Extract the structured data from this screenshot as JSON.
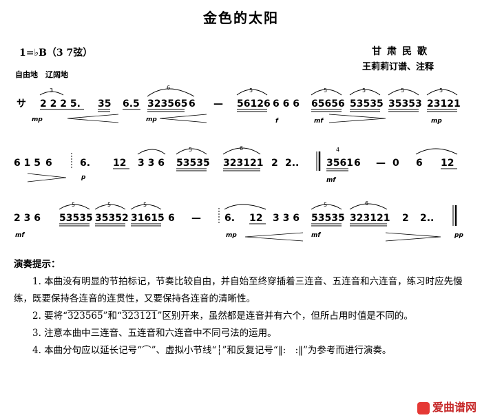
{
  "title": "金色的太阳",
  "key": "1=♭B（3  7弦）",
  "attribution_1": "甘肃民歌",
  "attribution_2": "王莉莉订谱、注释",
  "tempo": "自由地　辽阔地",
  "score": {
    "row1": [
      "サ",
      "2 2 2 5.",
      "35",
      "6.5",
      "323565",
      "6",
      "—",
      "56126",
      "6 6 6",
      "65656",
      "53535",
      "35353",
      "23121"
    ],
    "row2": [
      "6 1 5",
      "6",
      "6.",
      "12",
      "3 3 6",
      "53535",
      "323121",
      "2",
      "2..",
      "3561",
      "6",
      "—",
      "0",
      "6",
      "12"
    ],
    "row3": [
      "2 3 6",
      "53535",
      "35352",
      "31615",
      "6",
      "—",
      "6.",
      "12",
      "3 3 6",
      "53535",
      "323121",
      "2",
      "2.."
    ],
    "dynamics": [
      "mp",
      "mp",
      "f",
      "mf",
      "mp",
      "p",
      "mf",
      "mf",
      "mp",
      "mf",
      "pp"
    ]
  },
  "notes": {
    "heading": "演奏提示：",
    "p1": "1. 本曲没有明显的节拍标记，节奏比较自由，并自始至终穿插着三连音、五连音和六连音，练习时应先慢练，既要保持各连音的连贯性，又要保持各连音的清晰性。",
    "p2a": "2. 要将“",
    "p2_seq1": "323565",
    "p2b": "”和“",
    "p2_seq2": "323121",
    "p2c": "”区别开来，虽然都是连音并有六个，但所占用时值是不同的。",
    "p3": "3. 注意本曲中三连音、五连音和六连音中不同弓法的运用。",
    "p4a": "4. 本曲分句应以延长记号“",
    "p4_fermata": "⌒",
    "p4b": "”、虚拟小节线“",
    "p4_dashed": "┆",
    "p4c": "”和反复记号“",
    "p4_rep1": "‖:",
    "p4_rep2": ":‖",
    "p4d": "”为参考而进行演奏。"
  },
  "watermark": "爱曲谱网"
}
